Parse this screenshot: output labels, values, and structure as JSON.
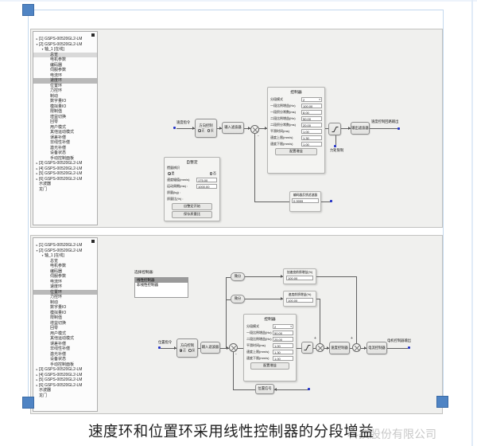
{
  "colors": {
    "handle_blue": "#4f84c4",
    "selection_frame": "#c3d8ee",
    "signal_dot": "#2433c8",
    "watermark_gray": "#c8c8c8"
  },
  "caption": {
    "text": "速度环和位置环采用线性控制器的分段增益",
    "watermark": "科技股份有限公司"
  },
  "signs": {
    "plus": "+",
    "minus": "-"
  },
  "tree": {
    "items": [
      {
        "l": "[1] GSPS-00520GL2-LM",
        "lv": 0,
        "a": "▸"
      },
      {
        "l": "[2] GSPS-00520GL2-LM",
        "lv": 0,
        "a": "▾"
      },
      {
        "l": "轴_1 [在线]",
        "lv": 1,
        "a": "▾"
      },
      {
        "l": "总览",
        "lv": 2
      },
      {
        "l": "电机参数",
        "lv": 2
      },
      {
        "l": "编码器",
        "lv": 2
      },
      {
        "l": "伺服参数",
        "lv": 2
      },
      {
        "l": "电流环",
        "lv": 2
      },
      {
        "l": "速度环",
        "lv": 2
      },
      {
        "l": "位置环",
        "lv": 2
      },
      {
        "l": "力控环",
        "lv": 2
      },
      {
        "l": "制动",
        "lv": 2
      },
      {
        "l": "数字量IO",
        "lv": 2
      },
      {
        "l": "模拟量IO",
        "lv": 2
      },
      {
        "l": "限制值",
        "lv": 2
      },
      {
        "l": "增益切换",
        "lv": 2
      },
      {
        "l": "回零",
        "lv": 2
      },
      {
        "l": "用户模式",
        "lv": 2
      },
      {
        "l": "其他运动模式",
        "lv": 2
      },
      {
        "l": "误差补偿",
        "lv": 2
      },
      {
        "l": "非线性补偿",
        "lv": 2
      },
      {
        "l": "激光补偿",
        "lv": 2
      },
      {
        "l": "设备状态",
        "lv": 2
      },
      {
        "l": "手动控制面板",
        "lv": 2
      },
      {
        "l": "[3] GSPS-00520GL2-LM",
        "lv": 0,
        "a": "▸"
      },
      {
        "l": "[4] GSPS-00520GL2-LM",
        "lv": 0,
        "a": "▸"
      },
      {
        "l": "[5] GSPS-00520GL2-LM",
        "lv": 0,
        "a": "▸"
      },
      {
        "l": "[6] GSPS-00520GL2-LM",
        "lv": 0,
        "a": "▸"
      },
      {
        "l": "示波器",
        "lv": 0
      },
      {
        "l": "龙门",
        "lv": 0
      }
    ]
  },
  "panels": [
    {
      "id": "velocity-loop",
      "selected_item": "速度环",
      "secondary_item": "总览"
    },
    {
      "id": "position-loop",
      "selected_item": "位置环",
      "secondary_item": null
    }
  ],
  "top": {
    "source_label": "速度指令",
    "direction_block": {
      "title": "方向控制",
      "radio_pos": "正",
      "radio_neg": "反"
    },
    "input_filter": "输入滤波器",
    "controller": {
      "title": "控制器",
      "mode_label": "分段模式",
      "mode_value": "2",
      "rows": [
        {
          "label": "一段比例增益(Hz)",
          "value": "100.00"
        },
        {
          "label": "一段积分常数(ms)",
          "value": "8.00"
        },
        {
          "label": "二段比例增益(Hz)",
          "value": "50.00"
        },
        {
          "label": "二段积分常数(ms)",
          "value": "20.00"
        },
        {
          "label": "平滑时间(ms)",
          "value": "1.00"
        },
        {
          "label": "速度上限(mm/s)",
          "value": "1.30"
        },
        {
          "label": "速度下限(mm/s)",
          "value": "1.00"
        }
      ],
      "button": "配置增益"
    },
    "output_filter": "输出滤波器",
    "output_label": "速度控制回路输出",
    "torque_limit_label": "力矩限制",
    "feedback_filter": {
      "title": "编码器反馈滤波器",
      "value": "0.9999"
    },
    "autotune": {
      "title": "自整定",
      "inertia_label": "惯量辨识",
      "yes": "是",
      "no": "否",
      "rows": [
        {
          "label": "速度幅值(mm/s)",
          "value": "175.00"
        },
        {
          "label": "运动周期(ms) :",
          "value": "1000.00"
        },
        {
          "label": "质量(kg) :",
          "value": null
        },
        {
          "label": "质量比(%) :",
          "value": null
        }
      ],
      "button1": "自整定开始",
      "button2": "保存质量比"
    }
  },
  "bottom": {
    "selector_label": "选择控制器:",
    "selector_options": [
      "线性控制器",
      "非线性控制器"
    ],
    "source_label": "位置指令",
    "direction_block": {
      "title": "方向控制",
      "radio_pos": "正",
      "radio_neg": "反"
    },
    "input_filter": "输入滤波器",
    "diff1": "微分",
    "diff2": "微分",
    "accel_ff": {
      "title": "加速度前馈增益(%)",
      "value": "100.00"
    },
    "vel_ff": {
      "title": "速度前馈增益(%)",
      "value": "100.00"
    },
    "controller": {
      "title": "控制器",
      "mode_label": "分段模式",
      "mode_value": "2",
      "rows": [
        {
          "label": "一段比例增益(Hz)",
          "value": "50.00"
        },
        {
          "label": "二段比例增益(Hz)",
          "value": "25.00"
        },
        {
          "label": "平滑时间(ms)",
          "value": "1.00"
        },
        {
          "label": "速度上限(mm/s)",
          "value": "1.30"
        },
        {
          "label": "速度下限(mm/s)",
          "value": "1.00"
        }
      ],
      "button": "配置增益"
    },
    "velocity_ctrl": "速度控制器",
    "current_ctrl": "电流控制器",
    "output_label": "电机控制器输出",
    "pos_feedback": "位置信号"
  }
}
